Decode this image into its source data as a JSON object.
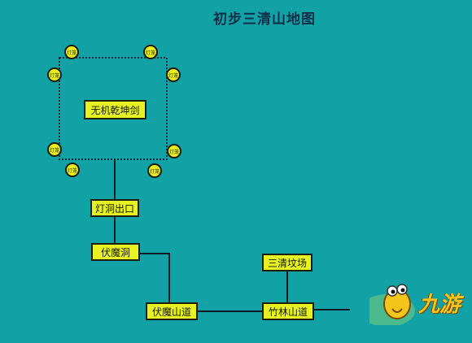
{
  "map": {
    "title": "初步三清山地图",
    "nodes": {
      "wuji": "无机乾坤剑",
      "lamp_cave_exit": "灯洞出口",
      "fumo_cave": "伏魔洞",
      "fumo_path": "伏魔山道",
      "zhulin_path": "竹林山道",
      "sanqing_square": "三清坟场"
    },
    "lamps": [
      "灯笼",
      "灯笼",
      "灯笼",
      "灯笼",
      "灯笼",
      "灯笼",
      "灯笼",
      "灯笼"
    ]
  },
  "watermark": {
    "logo_text": "九游"
  },
  "colors": {
    "background": "#12a2a5",
    "node_fill": "#e6f222",
    "line": "#101a26",
    "dotted_border": "#1a2a40"
  }
}
